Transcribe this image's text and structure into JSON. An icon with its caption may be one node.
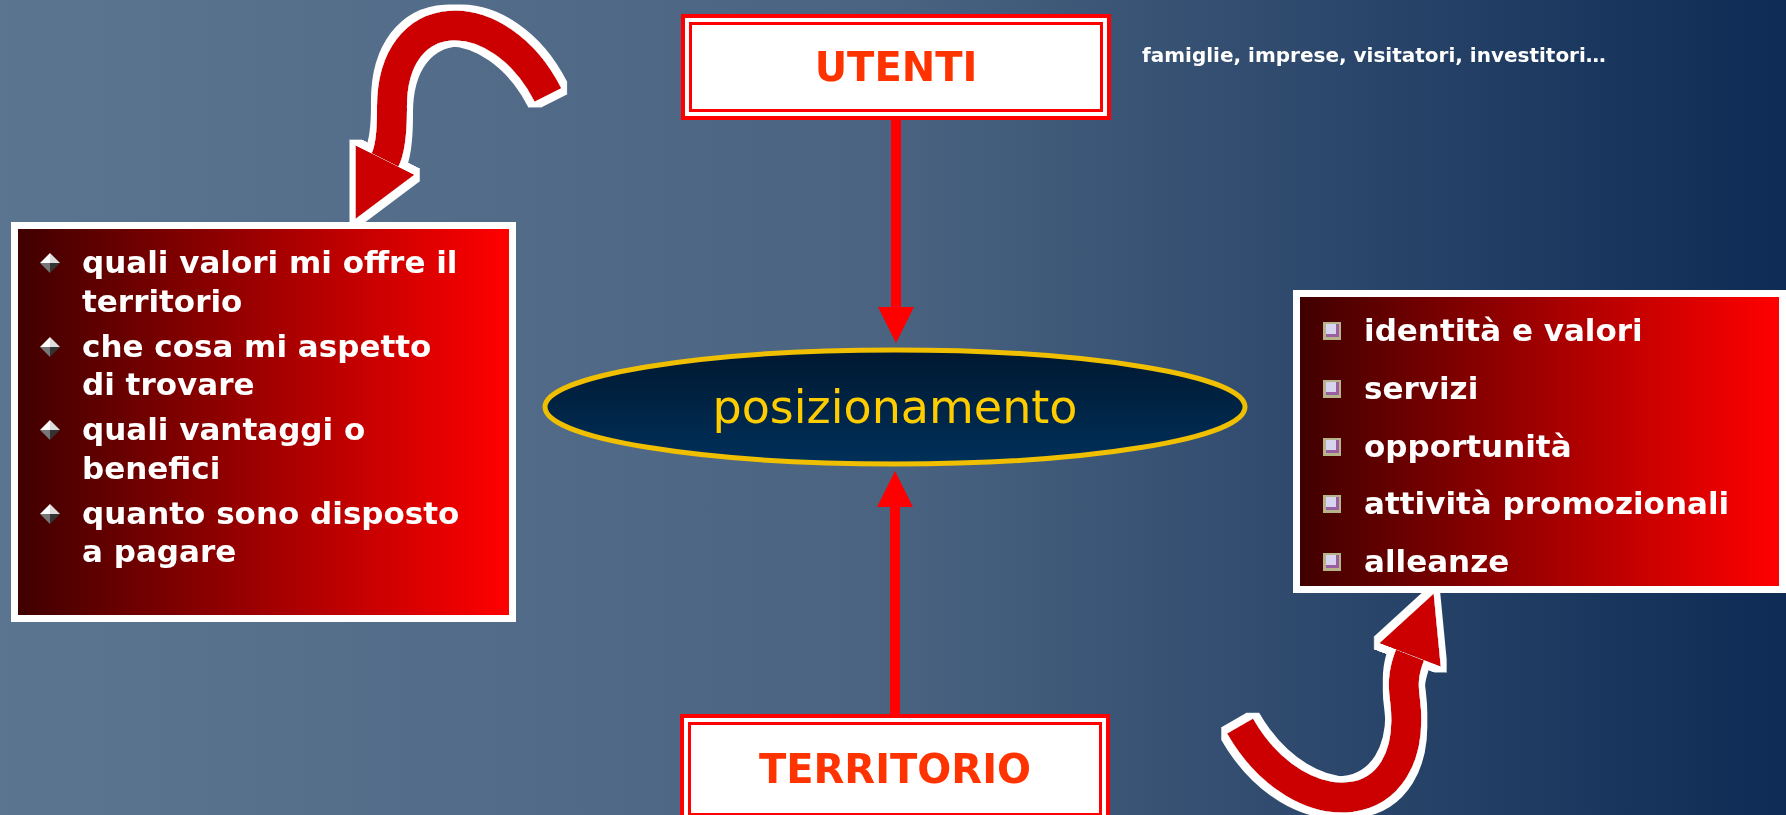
{
  "diagram": {
    "nodes": [
      {
        "text": [
          "UTENTI"
        ],
        "beside": [
          "famiglie, imprese, visitatori, investitori…"
        ]
      },
      {
        "text": [
          "quali valori mi offre il territorio",
          "che cosa mi aspetto di trovare",
          "quali vantaggi o benefici",
          "quanto sono disposto a pagare"
        ]
      },
      {
        "text": [
          "posizionamento"
        ]
      },
      {
        "text": [
          "identità e valori",
          "servizi",
          "opportunità",
          "attività promozionali",
          "alleanze"
        ]
      },
      {
        "text": [
          "TERRITORIO"
        ]
      }
    ],
    "edges": [
      {
        "from": 0,
        "to": 2,
        "arrow": "to"
      },
      {
        "from": 4,
        "to": 2,
        "arrow": "to"
      },
      {
        "from": null,
        "to": 1,
        "arrow": "to",
        "style": "thick",
        "color": "#cc0000"
      },
      {
        "from": null,
        "to": 3,
        "arrow": "to",
        "style": "thick",
        "color": "#cc0000"
      }
    ]
  }
}
